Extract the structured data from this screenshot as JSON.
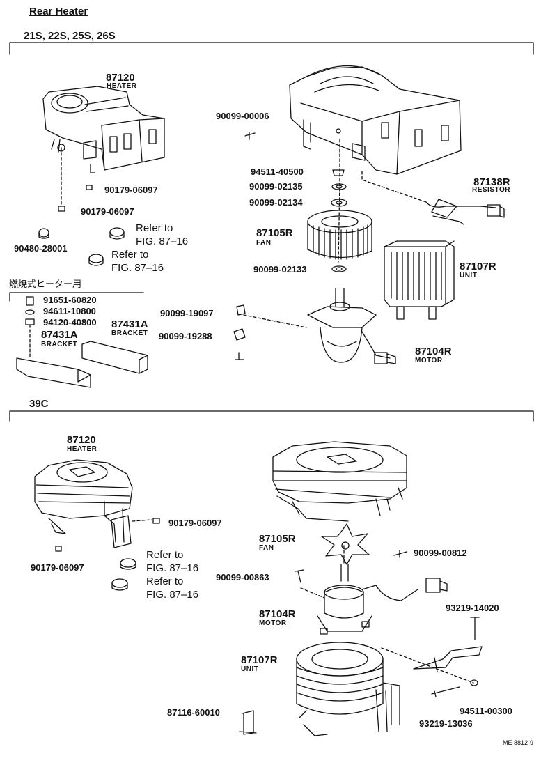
{
  "header": {
    "title": "Rear Heater",
    "section_a": "21S, 22S, 25S, 26S",
    "section_b": "39C",
    "subgroup": "燃焼式ヒーター用"
  },
  "labels": {
    "heater_a_no": "87120",
    "heater_a_name": "HEATER",
    "nut_a1": "90179-06097",
    "nut_a2": "90179-06097",
    "grommet_a": "90480-28001",
    "ref_a1": "Refer to",
    "ref_a1b": "FIG. 87–16",
    "ref_a2": "Refer to",
    "ref_a2b": "FIG. 87–16",
    "screw_top": "90099-00006",
    "nut_94511": "94511-40500",
    "washer_02135": "90099-02135",
    "washer_02134": "90099-02134",
    "resistor_no": "87138R",
    "resistor_name": "RESISTOR",
    "fan_no": "87105R",
    "fan_name": "FAN",
    "washer_02133": "90099-02133",
    "unit_no": "87107R",
    "unit_name": "UNIT",
    "b1": "91651-60820",
    "b2": "94611-10800",
    "b3": "94120-40800",
    "bracket_a_no": "87431A",
    "bracket_a_name": "BRACKET",
    "bracket_b_no": "87431A",
    "bracket_b_name": "BRACKET",
    "collar_19097": "90099-19097",
    "collar_19288": "90099-19288",
    "motor_no": "87104R",
    "motor_name": "MOTOR",
    "heater_b_no": "87120",
    "heater_b_name": "HEATER",
    "nut_b1": "90179-06097",
    "nut_b2": "90179-06097",
    "ref_b1": "Refer to",
    "ref_b1b": "FIG. 87–16",
    "ref_b2": "Refer to",
    "ref_b2b": "FIG. 87–16",
    "fan_b_no": "87105R",
    "fan_b_name": "FAN",
    "screw_00812": "90099-00812",
    "screw_00863": "90099-00863",
    "motor_b_no": "87104R",
    "motor_b_name": "MOTOR",
    "bolt_14020": "93219-14020",
    "unit_b_no": "87107R",
    "unit_b_name": "UNIT",
    "clip_60010": "87116-60010",
    "nut_00300": "94511-00300",
    "bolt_13036": "93219-13036",
    "code": "ME 8812-9"
  }
}
